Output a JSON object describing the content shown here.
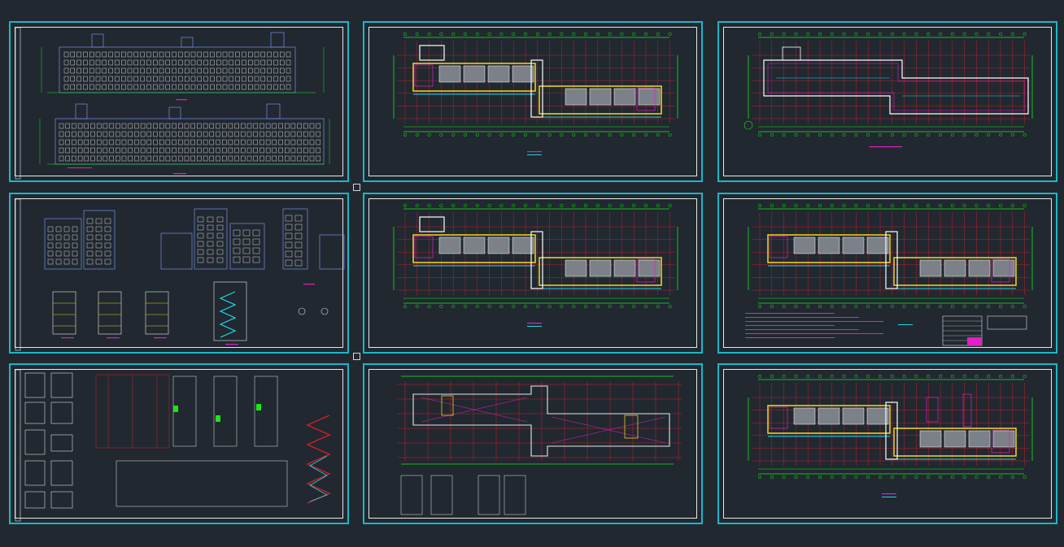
{
  "canvas": {
    "background": "#212830",
    "sheet_border_color": "#18b8c8",
    "frame_color": "#e8e8e8"
  },
  "palette": {
    "grid_red": "#d0202a",
    "dim_green": "#18e818",
    "wall_yellow": "#e8d020",
    "facade_blue": "#7a8ee8",
    "magenta": "#e020c8",
    "cyan": "#20d8e8",
    "white": "#ffffff"
  },
  "sheets": [
    {
      "id": "elevations-front-rear",
      "kind": "elevation"
    },
    {
      "id": "floor-plan-1",
      "kind": "plan"
    },
    {
      "id": "floor-plan-ground",
      "kind": "plan"
    },
    {
      "id": "elevations-side-sections",
      "kind": "sections"
    },
    {
      "id": "floor-plan-2",
      "kind": "plan"
    },
    {
      "id": "floor-plan-3",
      "kind": "plan"
    },
    {
      "id": "details-stair",
      "kind": "details"
    },
    {
      "id": "roof-plan",
      "kind": "roof"
    },
    {
      "id": "floor-plan-4",
      "kind": "plan"
    }
  ]
}
